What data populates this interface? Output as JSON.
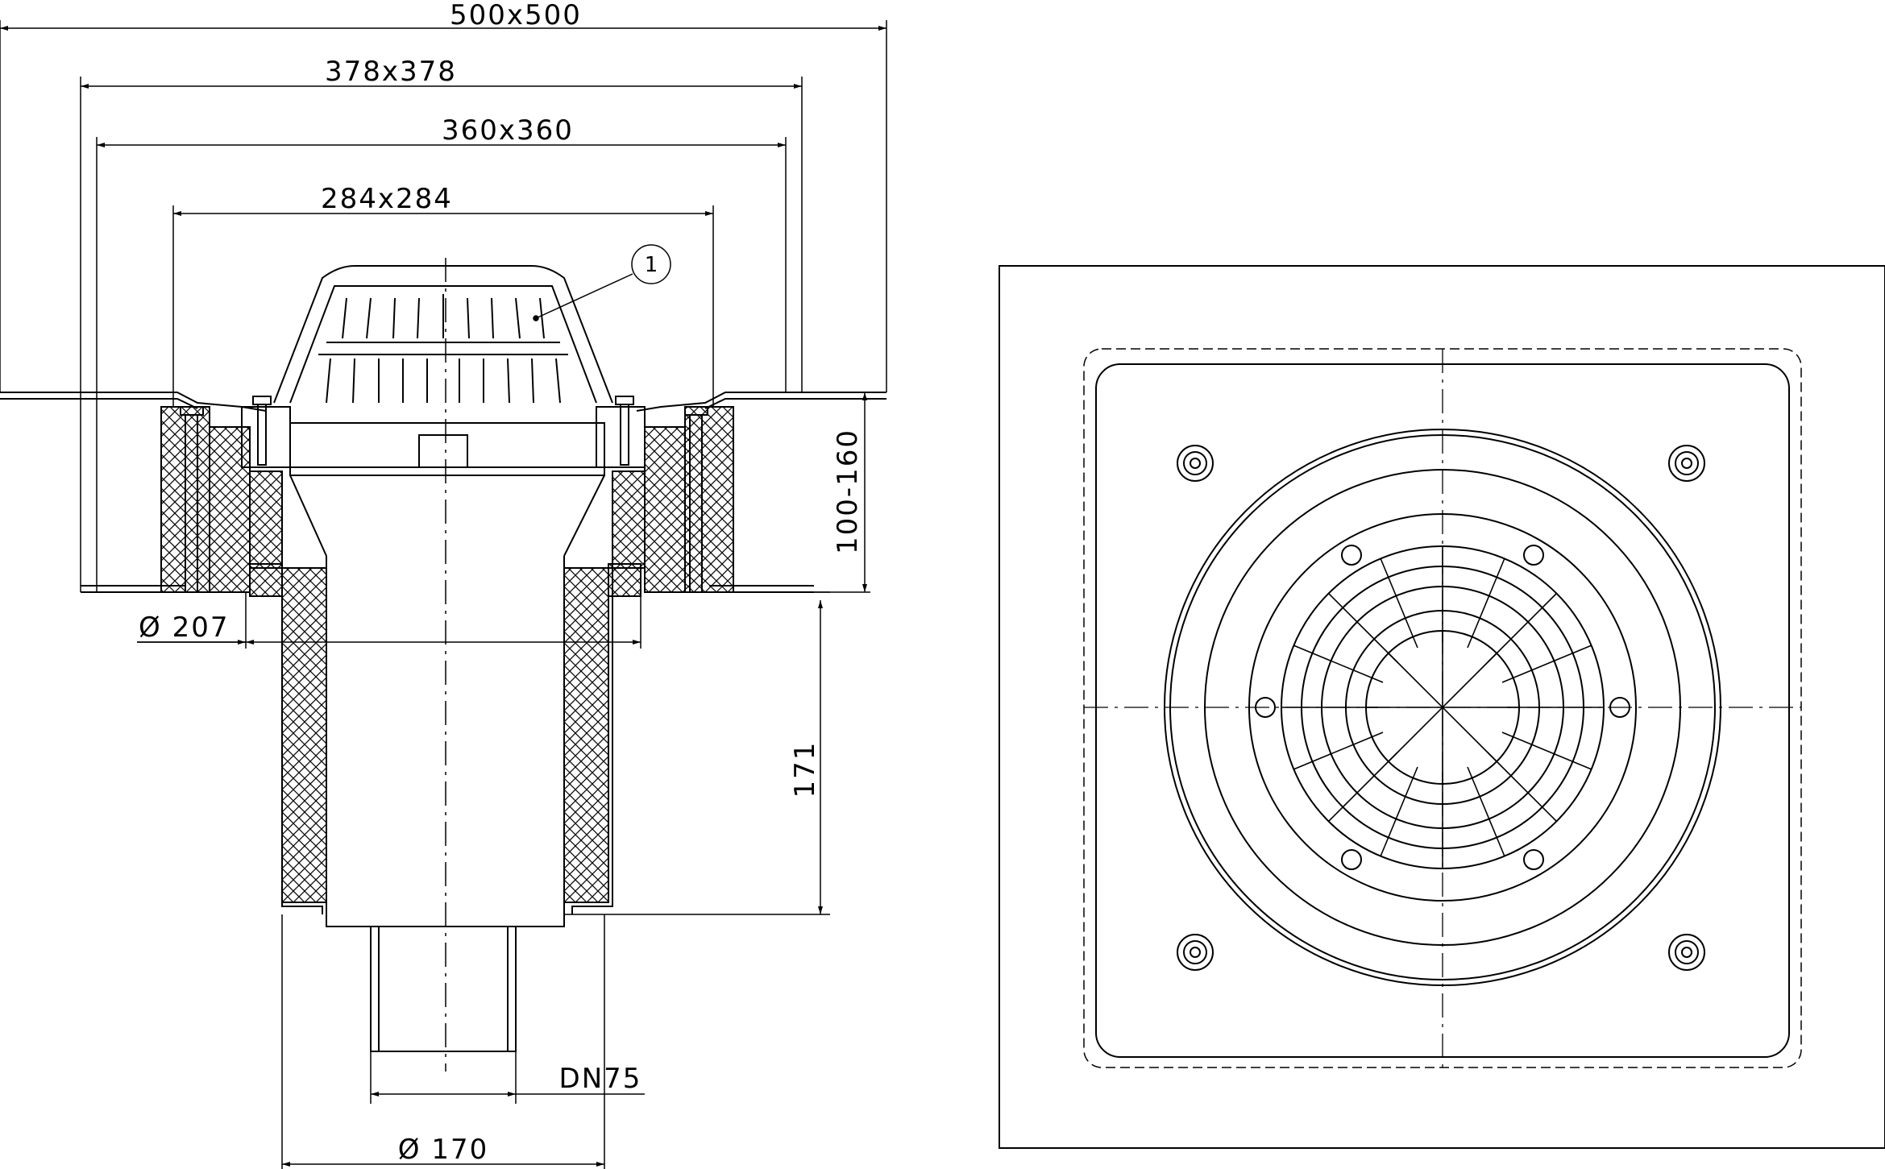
{
  "colors": {
    "line": "#000000",
    "background": "#ffffff"
  },
  "dimensions": {
    "overall": "500x500",
    "flange": "378x378",
    "clamp": "360x360",
    "inner": "284x284",
    "height": "100-160",
    "collar_diameter": "Ø 207",
    "pipe_length": "171",
    "outlet_size": "DN75",
    "body_diameter": "Ø 170"
  },
  "callouts": {
    "part_1": "1"
  }
}
